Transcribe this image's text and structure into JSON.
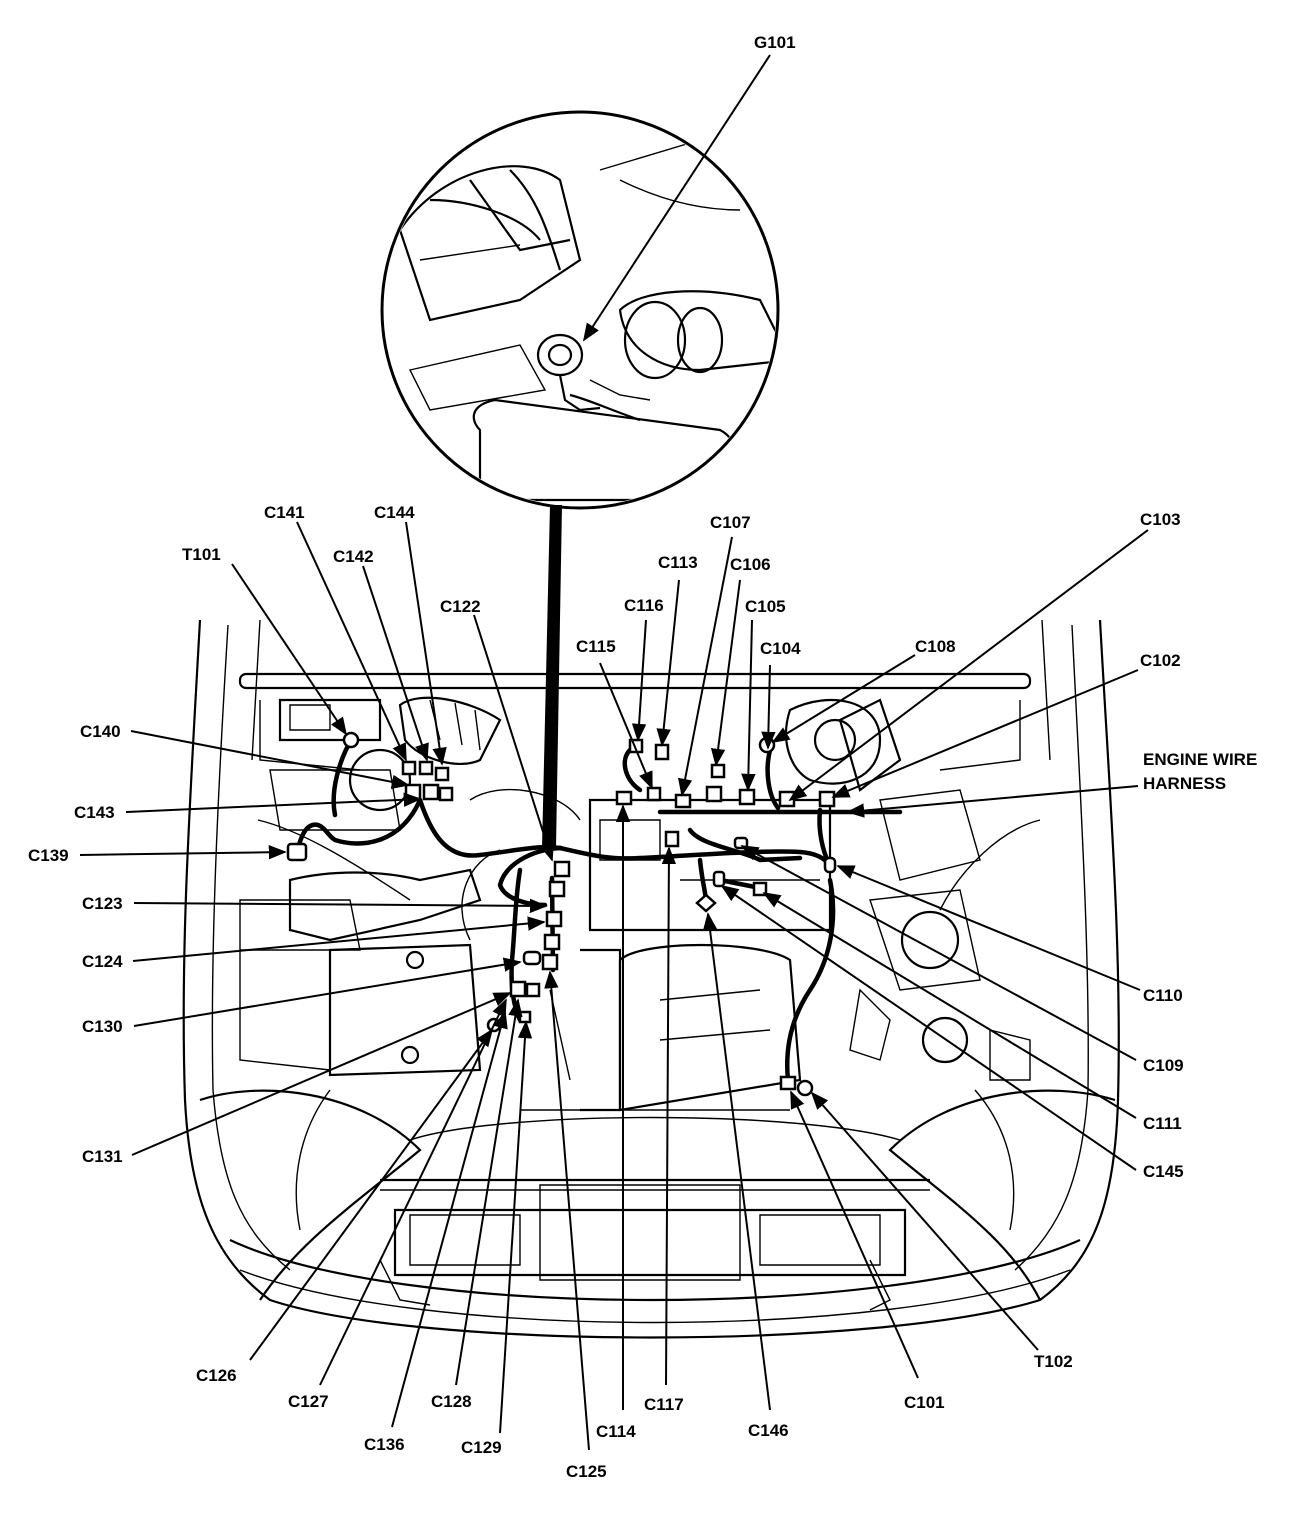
{
  "labels": {
    "G101": "G101",
    "T101": "T101",
    "T102": "T102",
    "C101": "C101",
    "C102": "C102",
    "C103": "C103",
    "C104": "C104",
    "C105": "C105",
    "C106": "C106",
    "C107": "C107",
    "C108": "C108",
    "C109": "C109",
    "C110": "C110",
    "C111": "C111",
    "C113": "C113",
    "C114": "C114",
    "C115": "C115",
    "C116": "C116",
    "C117": "C117",
    "C122": "C122",
    "C123": "C123",
    "C124": "C124",
    "C125": "C125",
    "C126": "C126",
    "C127": "C127",
    "C128": "C128",
    "C129": "C129",
    "C130": "C130",
    "C131": "C131",
    "C136": "C136",
    "C139": "C139",
    "C140": "C140",
    "C141": "C141",
    "C142": "C142",
    "C143": "C143",
    "C144": "C144",
    "C145": "C145",
    "C146": "C146",
    "harness_line1": "ENGINE WIRE",
    "harness_line2": "HARNESS"
  }
}
